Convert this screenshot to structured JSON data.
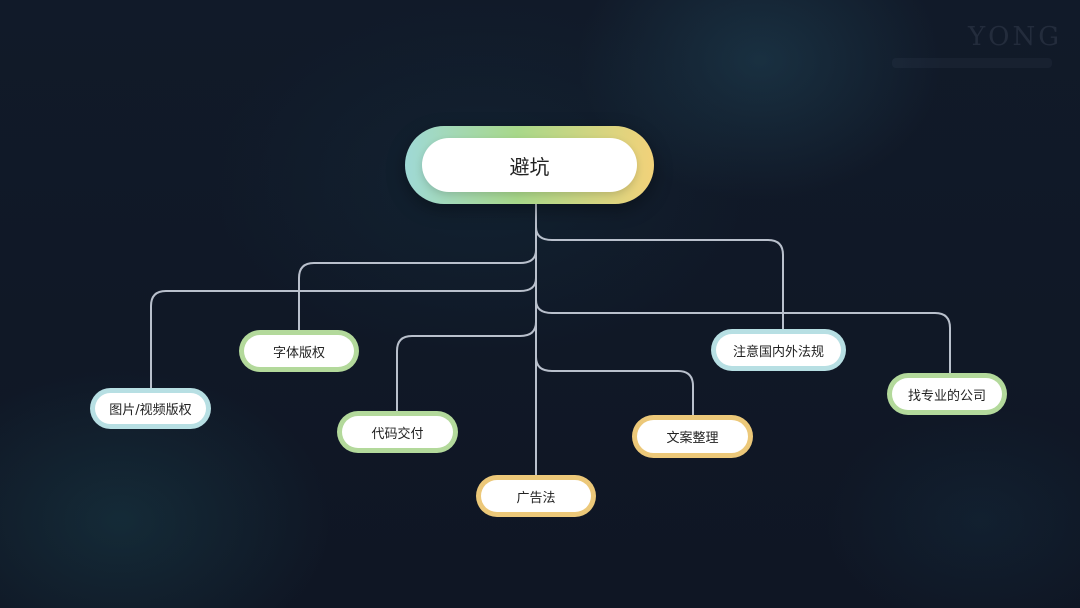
{
  "watermark": "YONG",
  "root": {
    "label": "避坑"
  },
  "nodes": [
    {
      "id": "image-video-copyright",
      "label": "图片/视频版权",
      "color": "#b7dfe3"
    },
    {
      "id": "font-copyright",
      "label": "字体版权",
      "color": "#b3d99b"
    },
    {
      "id": "code-delivery",
      "label": "代码交付",
      "color": "#b3d99b"
    },
    {
      "id": "advertising-law",
      "label": "广告法",
      "color": "#ecc879"
    },
    {
      "id": "copywriting",
      "label": "文案整理",
      "color": "#ecc879"
    },
    {
      "id": "domestic-foreign-regulations",
      "label": "注意国内外法规",
      "color": "#b7dfe3"
    },
    {
      "id": "find-professional-company",
      "label": "找专业的公司",
      "color": "#b3d99b"
    }
  ]
}
